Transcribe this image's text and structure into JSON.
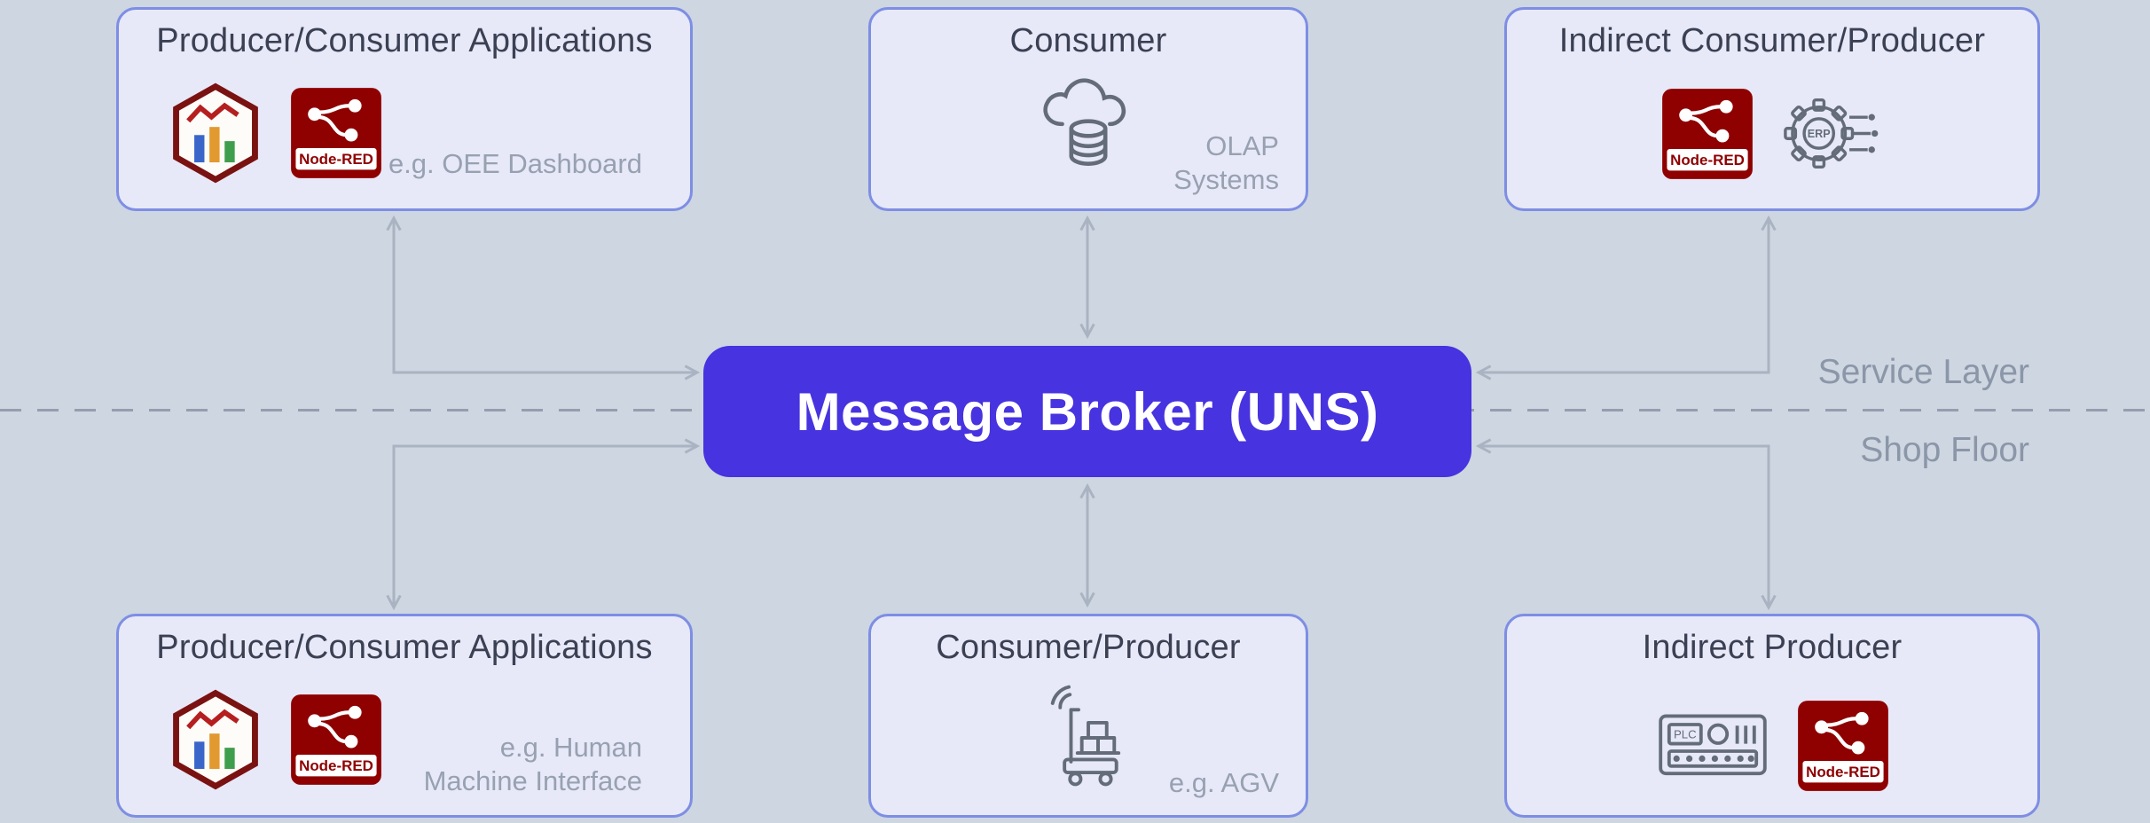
{
  "canvas": {
    "background": "#cdd6e1"
  },
  "broker": {
    "label": "Message Broker (UNS)",
    "background": "#4733df",
    "text_color": "#ffffff"
  },
  "divider": {
    "service_label": "Service Layer",
    "floor_label": "Shop Floor",
    "line_color": "#949eae"
  },
  "boxes": {
    "top_left": {
      "title": "Producer/Consumer Applications",
      "note": "e.g. OEE Dashboard"
    },
    "top_center": {
      "title": "Consumer",
      "note": "OLAP Systems"
    },
    "top_right": {
      "title": "Indirect Consumer/Producer"
    },
    "bottom_left": {
      "title": "Producer/Consumer Applications",
      "note": "e.g. Human Machine Interface"
    },
    "bottom_center": {
      "title": "Consumer/Producer",
      "note": "e.g. AGV"
    },
    "bottom_right": {
      "title": "Indirect Producer"
    }
  },
  "icons": {
    "node_red_label": "Node-RED",
    "erp_label": "ERP",
    "plc_label": "PLC"
  },
  "colors": {
    "box_background": "#e7e9f8",
    "box_border": "#7e8ee4",
    "broker_background": "#4733df",
    "title_text": "#3b4053",
    "note_text": "#98a1b1",
    "arrow": "#aab3c1",
    "divider": "#949eae",
    "node_red_red": "#8f0000",
    "icon_stroke": "#646c7a"
  }
}
